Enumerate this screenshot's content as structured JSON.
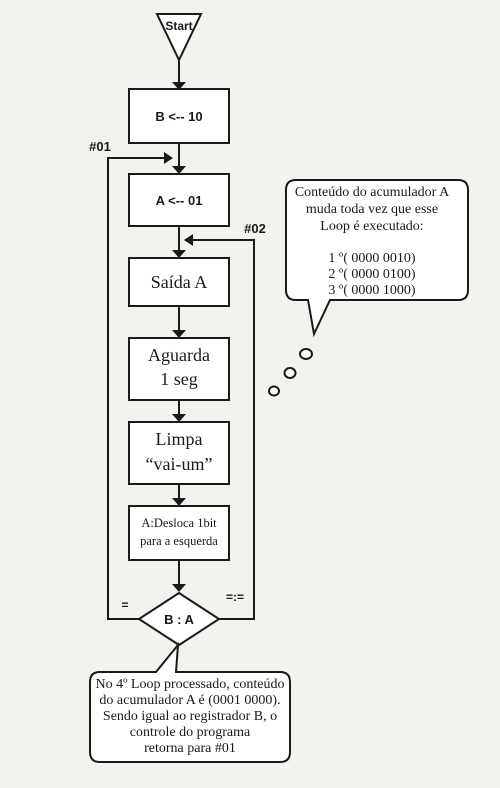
{
  "flowchart": {
    "start": "Start",
    "steps": {
      "set_b": "B <-- 10",
      "set_a": "A <-- 01",
      "output": "Saída A",
      "wait_line1": "Aguarda",
      "wait_line2": "1 seg",
      "clear_line1": "Limpa",
      "clear_line2": "“vai-um”",
      "shift_line1": "A:Desloca 1bit",
      "shift_line2": "para a esquerda"
    },
    "decision": "B : A",
    "decision_equal": "=",
    "decision_not_equal": "=:=",
    "labels": {
      "loop1": "#01",
      "loop2": "#02"
    }
  },
  "callouts": {
    "accumulator": {
      "line1": "Conteúdo do acumulador  A",
      "line2": "muda toda vez que esse",
      "line3": "Loop é executado:",
      "item1": "1 º( 0000 0010)",
      "item2": "2 º( 0000 0100)",
      "item3": "3 º( 0000 1000)"
    },
    "fourth_loop": {
      "line1": "No 4º Loop processado, conteúdo",
      "line2": "do acumulador A é (0001 0000).",
      "line3": "Sendo igual ao registrador B, o",
      "line4": "controle do programa",
      "line5": "retorna para #01"
    }
  }
}
